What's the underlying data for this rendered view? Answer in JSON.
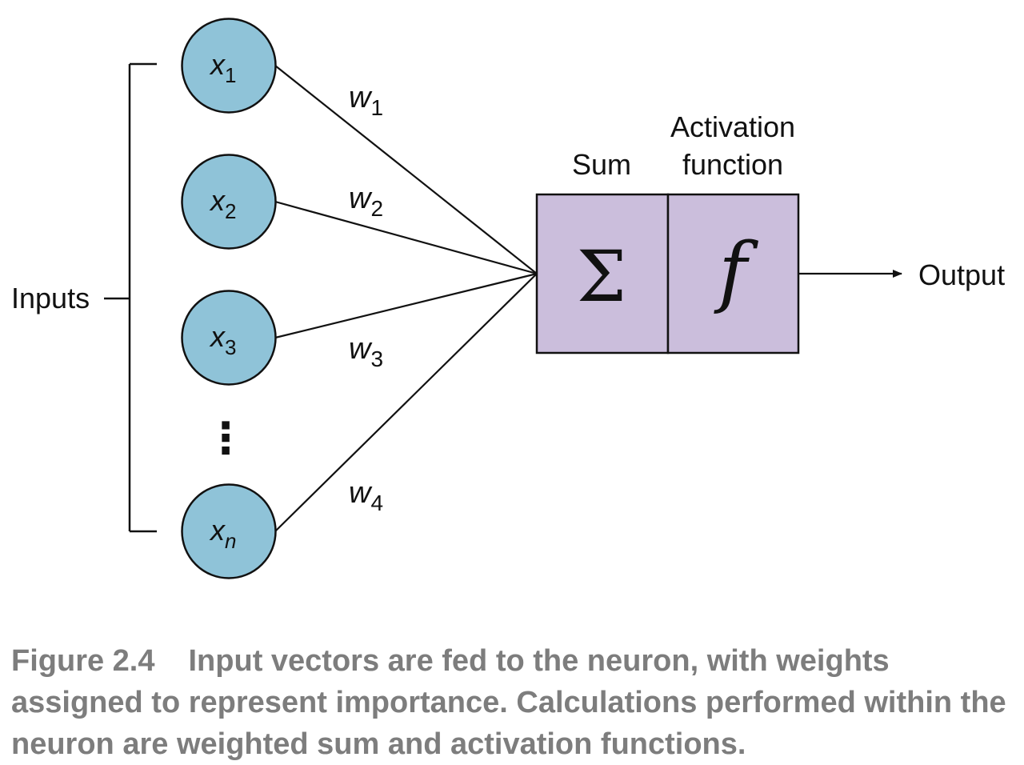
{
  "inputs_label": "Inputs",
  "nodes": [
    {
      "var": "x",
      "sub": "1"
    },
    {
      "var": "x",
      "sub": "2"
    },
    {
      "var": "x",
      "sub": "3"
    },
    {
      "var": "x",
      "sub": "n"
    }
  ],
  "ellipsis": "⋮",
  "weights": [
    {
      "var": "w",
      "sub": "1"
    },
    {
      "var": "w",
      "sub": "2"
    },
    {
      "var": "w",
      "sub": "3"
    },
    {
      "var": "w",
      "sub": "4"
    }
  ],
  "sum_label": "Sum",
  "sum_symbol": "Σ",
  "activation_label_line1": "Activation",
  "activation_label_line2": "function",
  "activation_symbol": "f",
  "output_label": "Output",
  "colors": {
    "node_fill": "#8fc3d8",
    "box_fill": "#cbbedc",
    "stroke": "#111111",
    "caption": "#7d7d7d"
  },
  "caption": {
    "figure_number": "Figure 2.4",
    "text": "Input vectors are fed to the neuron, with weights assigned to represent importance. Calculations performed within the neuron are weighted sum and activation functions."
  }
}
